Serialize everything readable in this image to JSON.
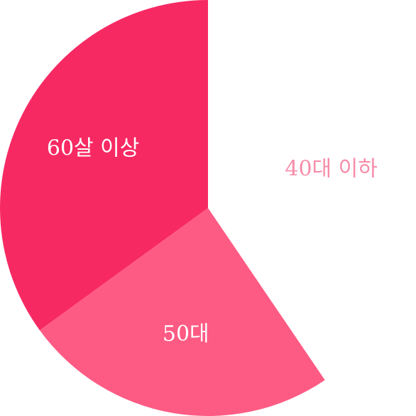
{
  "chart_data": {
    "type": "pie",
    "title": "",
    "slices": [
      {
        "label": "40대 이하",
        "value": 40.5,
        "color": "#ffffff",
        "label_color": "#f78ca8"
      },
      {
        "label": "50대",
        "value": 24.5,
        "color": "#fe5b84",
        "label_color": "#ffffff"
      },
      {
        "label": "60살 이상",
        "value": 35.0,
        "color": "#f72963",
        "label_color": "#ffffff"
      }
    ],
    "start_angle_deg": 0,
    "direction": "clockwise",
    "legend": "none"
  }
}
